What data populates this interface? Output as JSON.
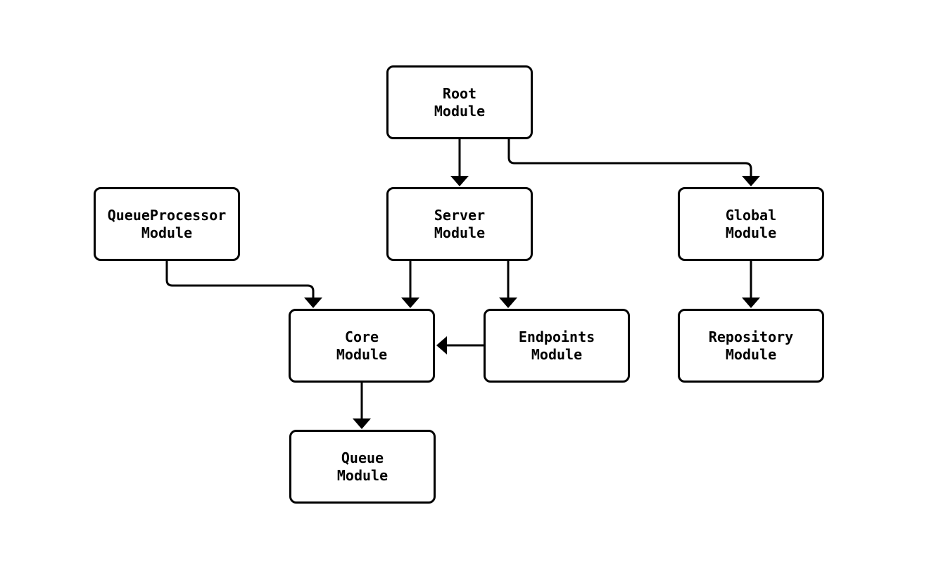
{
  "diagram": {
    "type": "flowchart",
    "direction": "top-down",
    "background_color": "#ffffff",
    "node_fill_color": "#ffffff",
    "node_border_color": "#000000",
    "edge_color": "#000000",
    "text_color": "#000000",
    "nodes": {
      "root": {
        "line1": "Root",
        "line2": "Module"
      },
      "queue_processor": {
        "line1": "QueueProcessor",
        "line2": "Module"
      },
      "server": {
        "line1": "Server",
        "line2": "Module"
      },
      "global": {
        "line1": "Global",
        "line2": "Module"
      },
      "core": {
        "line1": "Core",
        "line2": "Module"
      },
      "endpoints": {
        "line1": "Endpoints",
        "line2": "Module"
      },
      "repository": {
        "line1": "Repository",
        "line2": "Module"
      },
      "queue": {
        "line1": "Queue",
        "line2": "Module"
      }
    },
    "edges": [
      {
        "from": "Root Module",
        "to": "Server Module"
      },
      {
        "from": "Root Module",
        "to": "Global Module"
      },
      {
        "from": "QueueProcessor Module",
        "to": "Core Module"
      },
      {
        "from": "Server Module",
        "to": "Core Module"
      },
      {
        "from": "Server Module",
        "to": "Endpoints Module"
      },
      {
        "from": "Endpoints Module",
        "to": "Core Module"
      },
      {
        "from": "Global Module",
        "to": "Repository Module"
      },
      {
        "from": "Core Module",
        "to": "Queue Module"
      }
    ]
  }
}
